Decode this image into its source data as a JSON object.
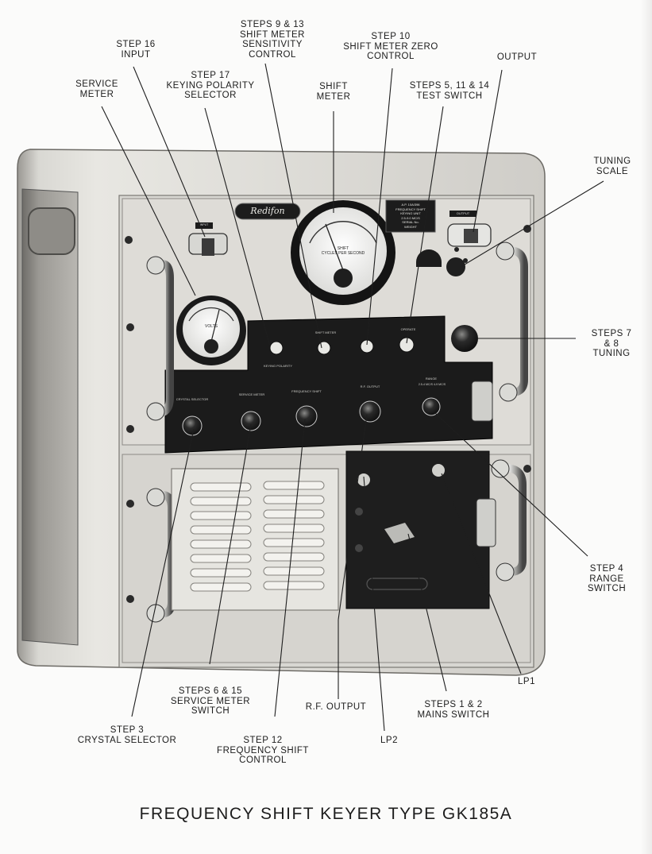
{
  "caption": "FREQUENCY SHIFT KEYER TYPE GK185A",
  "labels": {
    "service_meter": "SERVICE\nMETER",
    "input": "STEP 16\nINPUT",
    "keying_polarity": "STEP 17\nKEYING POLARITY\nSELECTOR",
    "sensitivity": "STEPS 9 & 13\nSHIFT METER\nSENSITIVITY\nCONTROL",
    "shift_meter": "SHIFT\nMETER",
    "zero_control": "STEP 10\nSHIFT METER ZERO\nCONTROL",
    "test_switch": "STEPS 5, 11 & 14\nTEST SWITCH",
    "output": "OUTPUT",
    "tuning_scale": "TUNING\nSCALE",
    "tuning": "STEPS 7 & 8\nTUNING",
    "range_switch": "STEP 4\nRANGE SWITCH",
    "lp1": "LP1",
    "mains_switch": "STEPS 1 & 2\nMAINS SWITCH",
    "lp2": "LP2",
    "rf_output": "R.F. OUTPUT",
    "freq_shift": "STEP 12\nFREQUENCY SHIFT\nCONTROL",
    "service_meter_switch": "STEPS 6 & 15\nSERVICE METER\nSWITCH",
    "crystal_selector": "STEP 3\nCRYSTAL SELECTOR"
  },
  "panel": {
    "brand": "Redifon",
    "shift_meter_dial": "SHIFT\nCYCLES PER SECOND",
    "service_meter_dial": "VOLTS",
    "nameplate": "A.P. 10A/396\nFREQUENCY SHIFT\nKEYING UNIT\n2.5-9.0 MC/S\nSERIAL No.\nWEIGHT",
    "tag_input": "INPUT",
    "tag_output": "OUTPUT",
    "knob_crystal": "CRYSTAL SELECTOR",
    "knob_service": "SERVICE METER",
    "knob_freq": "FREQUENCY SHIFT",
    "knob_rf": "R.F. OUTPUT",
    "knob_range": "RANGE",
    "keying_polarity_panel": "KEYING POLARITY",
    "shift_meter_panel": "SHIFT METER",
    "operate_panel": "OPERATE",
    "range_values": "2.5-4 MC/S  4-9 MC/S"
  }
}
